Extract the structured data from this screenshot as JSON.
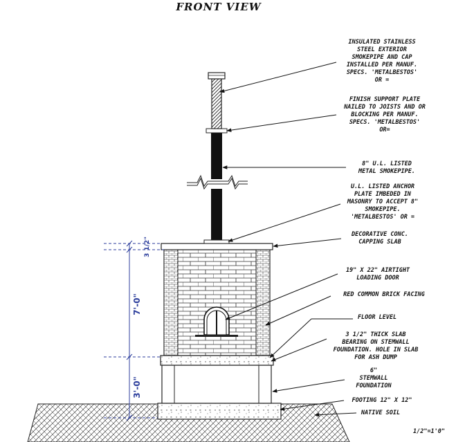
{
  "title": "FRONT VIEW",
  "scale_note": "1/2\"=1'0\"",
  "dimensions": {
    "cap_height": "3 1/2\"",
    "chimney_height": "7'-0\"",
    "foundation_height": "3'-0\""
  },
  "callouts": [
    {
      "id": "cap",
      "lines": [
        "INSULATED STAINLESS",
        "STEEL EXTERIOR",
        "SMOKEPIPE AND CAP",
        "INSTALLED PER MANUF.",
        "SPECS. 'METALBESTOS'",
        "OR ="
      ]
    },
    {
      "id": "support-plate",
      "lines": [
        "FINISH SUPPORT PLATE",
        "NAILED TO JOISTS AND OR",
        "BLOCKING PER MANUF.",
        "SPECS. 'METALBESTOS'",
        "OR="
      ]
    },
    {
      "id": "smokepipe",
      "lines": [
        "8\" U.L. LISTED",
        "METAL SMOKEPIPE."
      ]
    },
    {
      "id": "anchor-plate",
      "lines": [
        "U.L. LISTED ANCHOR",
        "PLATE IMBEDED IN",
        "MASONRY TO ACCEPT 8\"",
        "SMOKEPIPE.",
        "'METALBESTOS' OR ="
      ]
    },
    {
      "id": "capping-slab",
      "lines": [
        "DECORATIVE CONC.",
        "CAPPING SLAB"
      ]
    },
    {
      "id": "loading-door",
      "lines": [
        "19\" X 22\" AIRTIGHT",
        "LOADING DOOR"
      ]
    },
    {
      "id": "brick-facing",
      "lines": [
        "RED COMMON BRICK FACING"
      ]
    },
    {
      "id": "floor-level",
      "lines": [
        "FLOOR LEVEL"
      ]
    },
    {
      "id": "slab",
      "lines": [
        "3 1/2\" THICK SLAB",
        "BEARING ON STEMWALL",
        "FOUNDATION. HOLE IN SLAB",
        "FOR ASH DUMP"
      ]
    },
    {
      "id": "stemwall",
      "lines": [
        "6\"",
        "STEMWALL",
        "FOUNDATION"
      ]
    },
    {
      "id": "footing",
      "lines": [
        "FOOTING 12\" X 12\""
      ]
    },
    {
      "id": "soil",
      "lines": [
        "NATIVE SOIL"
      ]
    }
  ]
}
